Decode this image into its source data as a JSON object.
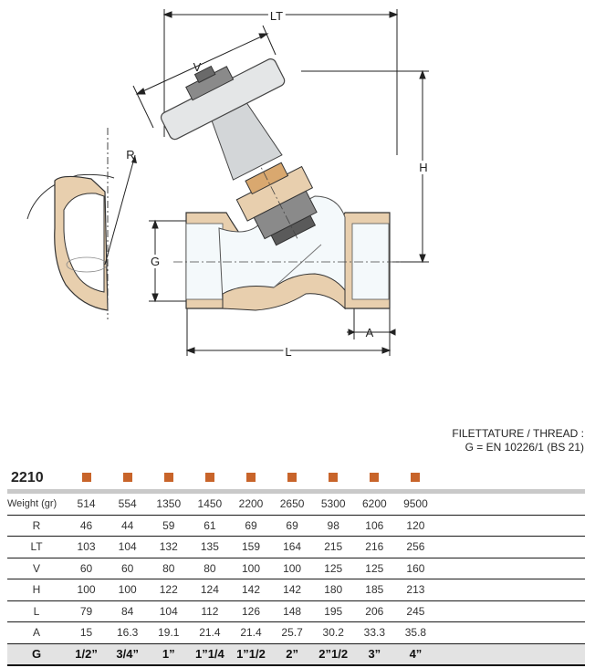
{
  "drawing": {
    "labels": {
      "lt": "LT",
      "v": "V",
      "r": "R",
      "h": "H",
      "g": "G",
      "a": "A",
      "l": "L"
    }
  },
  "thread_note": {
    "line1": "FILETTATURE / THREAD :",
    "line2": "G = EN 10226/1 (BS 21)"
  },
  "table": {
    "code": "2210",
    "marker_color": "#c8642a",
    "rows": [
      {
        "label": "Weight (gr)",
        "values": [
          "514",
          "554",
          "1350",
          "1450",
          "2200",
          "2650",
          "5300",
          "6200",
          "9500"
        ]
      },
      {
        "label": "R",
        "values": [
          "46",
          "44",
          "59",
          "61",
          "69",
          "69",
          "98",
          "106",
          "120"
        ]
      },
      {
        "label": "LT",
        "values": [
          "103",
          "104",
          "132",
          "135",
          "159",
          "164",
          "215",
          "216",
          "256"
        ]
      },
      {
        "label": "V",
        "values": [
          "60",
          "60",
          "80",
          "80",
          "100",
          "100",
          "125",
          "125",
          "160"
        ]
      },
      {
        "label": "H",
        "values": [
          "100",
          "100",
          "122",
          "124",
          "142",
          "142",
          "180",
          "185",
          "213"
        ]
      },
      {
        "label": "L",
        "values": [
          "79",
          "84",
          "104",
          "112",
          "126",
          "148",
          "195",
          "206",
          "245"
        ]
      },
      {
        "label": "A",
        "values": [
          "15",
          "16.3",
          "19.1",
          "21.4",
          "21.4",
          "25.7",
          "30.2",
          "33.3",
          "35.8"
        ]
      }
    ],
    "gauge": {
      "label": "G",
      "values": [
        "1/2”",
        "3/4”",
        "1”",
        "1”1/4",
        "1”1/2",
        "2”",
        "2”1/2",
        "3”",
        "4”"
      ]
    }
  }
}
